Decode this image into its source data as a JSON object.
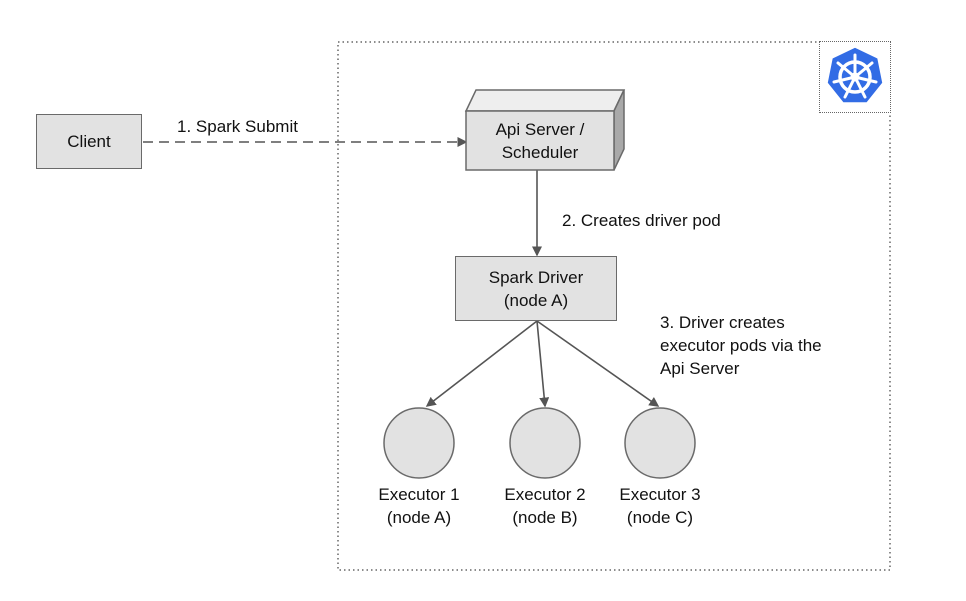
{
  "diagram": {
    "nodes": {
      "client": "Client",
      "api_server": "Api Server /\nScheduler",
      "spark_driver": "Spark Driver\n(node A)"
    },
    "executors": [
      {
        "label": "Executor 1\n(node A)"
      },
      {
        "label": "Executor 2\n(node B)"
      },
      {
        "label": "Executor 3\n(node C)"
      }
    ],
    "steps": {
      "step1": "1. Spark Submit",
      "step2": "2. Creates driver pod",
      "step3": "3. Driver creates\nexecutor pods via the\nApi Server"
    },
    "colors": {
      "node_fill": "#e2e2e2",
      "node_border": "#6a6a6a",
      "arrow": "#555555",
      "kubernetes_blue": "#326ce5"
    },
    "icons": {
      "cluster_logo": "kubernetes-helm-wheel-icon"
    }
  }
}
